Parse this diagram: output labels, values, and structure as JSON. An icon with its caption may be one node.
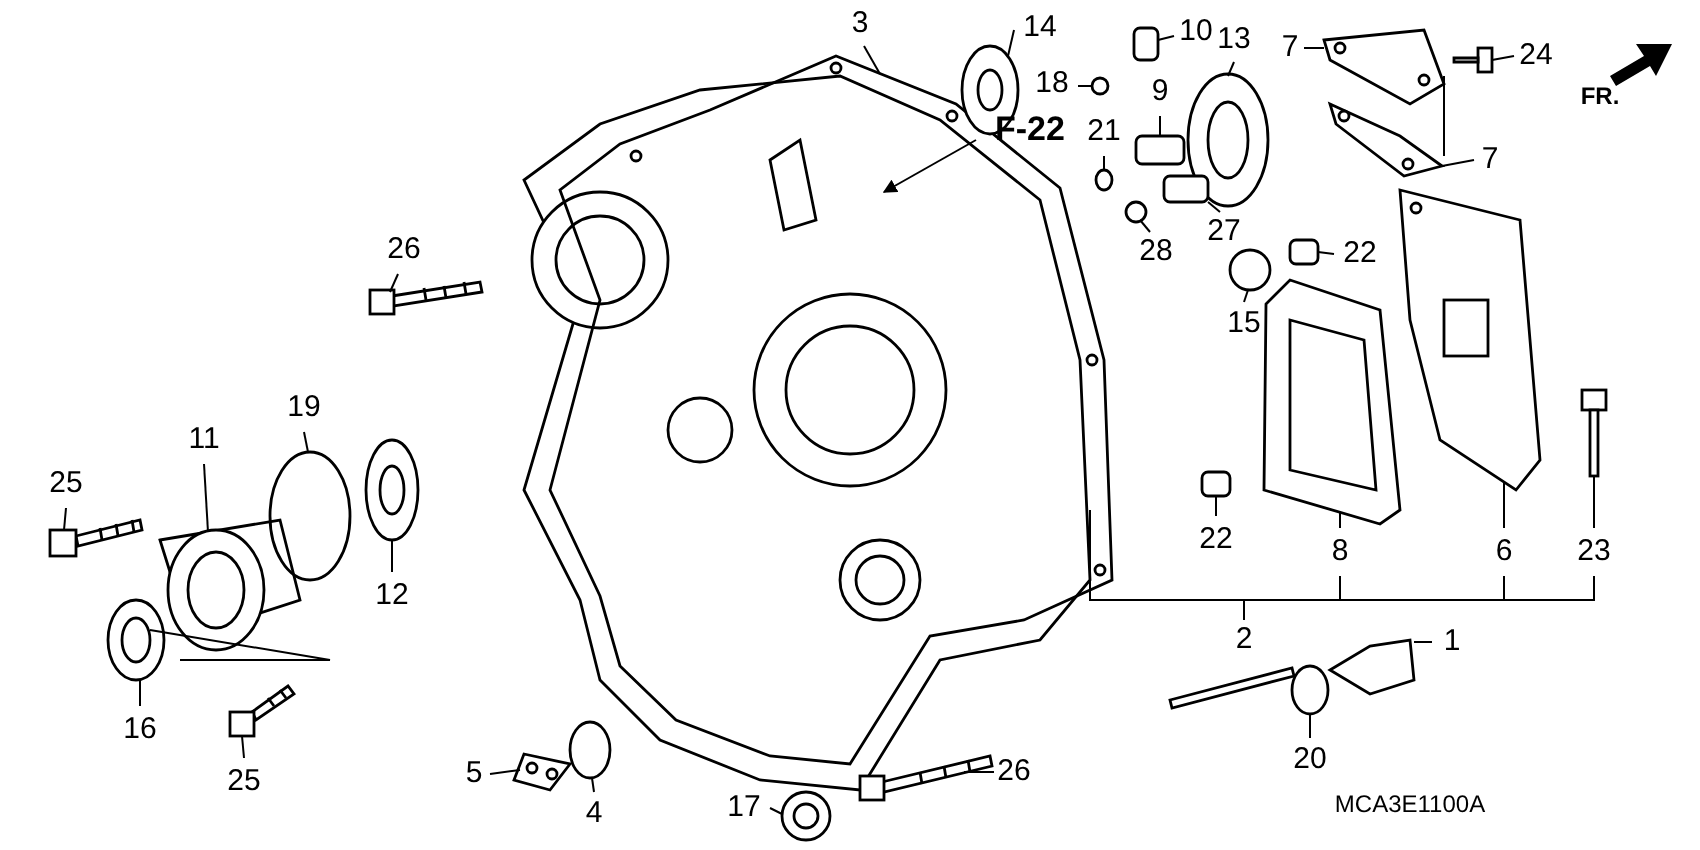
{
  "diagram": {
    "nodes": [
      {
        "text": [
          "3"
        ]
      },
      {
        "text": [
          "14"
        ]
      },
      {
        "text": [
          "10"
        ]
      },
      {
        "text": [
          "13"
        ]
      },
      {
        "text": [
          "7"
        ]
      },
      {
        "text": [
          "24"
        ]
      },
      {
        "text": [
          "18"
        ]
      },
      {
        "text": [
          "9"
        ]
      },
      {
        "text": [
          "F-22"
        ]
      },
      {
        "text": [
          "21"
        ]
      },
      {
        "text": [
          "7"
        ]
      },
      {
        "text": [
          "28"
        ]
      },
      {
        "text": [
          "27"
        ]
      },
      {
        "text": [
          "22"
        ]
      },
      {
        "text": [
          "26"
        ]
      },
      {
        "text": [
          "15"
        ]
      },
      {
        "text": [
          "25"
        ]
      },
      {
        "text": [
          "11"
        ]
      },
      {
        "text": [
          "19"
        ]
      },
      {
        "text": [
          "22"
        ]
      },
      {
        "text": [
          "8"
        ]
      },
      {
        "text": [
          "6"
        ]
      },
      {
        "text": [
          "23"
        ]
      },
      {
        "text": [
          "12"
        ]
      },
      {
        "text": [
          "2"
        ]
      },
      {
        "text": [
          "1"
        ]
      },
      {
        "text": [
          "16"
        ]
      },
      {
        "text": [
          "25"
        ]
      },
      {
        "text": [
          "20"
        ]
      },
      {
        "text": [
          "5"
        ]
      },
      {
        "text": [
          "26"
        ]
      },
      {
        "text": [
          "4"
        ]
      },
      {
        "text": [
          "17"
        ]
      },
      {
        "text": [],
        "shape": "picture"
      },
      {
        "text": [],
        "shape": "picture"
      },
      {
        "text": [],
        "shape": "box"
      },
      {
        "text": [],
        "shape": "picture"
      },
      {
        "text": [],
        "shape": "picture"
      },
      {
        "text": [],
        "shape": "picture"
      },
      {
        "text": [],
        "shape": "circle"
      },
      {
        "text": [],
        "shape": "box"
      },
      {
        "text": [],
        "shape": "picture"
      },
      {
        "text": [],
        "shape": "circle"
      },
      {
        "text": [],
        "shape": "picture"
      },
      {
        "text": [],
        "shape": "circle"
      },
      {
        "text": [],
        "shape": "box"
      },
      {
        "text": [],
        "shape": "box"
      },
      {
        "text": [],
        "shape": "picture"
      },
      {
        "text": [],
        "shape": "circle"
      },
      {
        "text": [],
        "shape": "picture"
      },
      {
        "text": [],
        "shape": "picture"
      },
      {
        "text": [],
        "shape": "circle"
      },
      {
        "text": [],
        "shape": "box"
      },
      {
        "text": [],
        "shape": "picture"
      },
      {
        "text": [],
        "shape": "picture"
      },
      {
        "text": [],
        "shape": "picture"
      },
      {
        "text": [],
        "shape": "picture"
      },
      {
        "text": [],
        "shape": "picture"
      },
      {
        "text": [],
        "shape": "picture"
      },
      {
        "text": [],
        "shape": "picture"
      },
      {
        "text": [],
        "shape": "circle"
      },
      {
        "text": [],
        "shape": "picture"
      },
      {
        "text": [],
        "shape": "picture"
      },
      {
        "text": [],
        "shape": "circle"
      },
      {
        "text": [],
        "shape": "picture"
      }
    ],
    "edges": [
      {
        "from": 0,
        "to": 33,
        "arrow": "none"
      },
      {
        "from": 1,
        "to": 34,
        "arrow": "none"
      },
      {
        "from": 2,
        "to": 35,
        "arrow": "none"
      },
      {
        "from": 3,
        "to": 36,
        "arrow": "none"
      },
      {
        "from": 4,
        "to": 37,
        "arrow": "none"
      },
      {
        "from": 5,
        "to": 38,
        "arrow": "none"
      },
      {
        "from": 6,
        "to": 39,
        "arrow": "none"
      },
      {
        "from": 7,
        "to": 40,
        "arrow": "none"
      },
      {
        "from": 8,
        "to": 41,
        "arrow": "to"
      },
      {
        "from": 9,
        "to": 42,
        "arrow": "none"
      },
      {
        "from": 10,
        "to": 43,
        "arrow": "none"
      },
      {
        "from": 11,
        "to": 44,
        "arrow": "none"
      },
      {
        "from": 12,
        "to": 45,
        "arrow": "none"
      },
      {
        "from": 13,
        "to": 46,
        "arrow": "none"
      },
      {
        "from": 14,
        "to": 47,
        "arrow": "none"
      },
      {
        "from": 15,
        "to": 48,
        "arrow": "none"
      },
      {
        "from": 16,
        "to": 49,
        "arrow": "none"
      },
      {
        "from": 17,
        "to": 50,
        "arrow": "none"
      },
      {
        "from": 18,
        "to": 51,
        "arrow": "none"
      },
      {
        "from": 19,
        "to": 52,
        "arrow": "none"
      },
      {
        "from": 20,
        "to": 53,
        "arrow": "none"
      },
      {
        "from": 21,
        "to": 54,
        "arrow": "none"
      },
      {
        "from": 22,
        "to": 55,
        "arrow": "none"
      },
      {
        "from": 23,
        "to": 56,
        "arrow": "none"
      },
      {
        "from": 24,
        "to": null,
        "arrow": "none"
      },
      {
        "from": 25,
        "to": 57,
        "arrow": "none"
      },
      {
        "from": 26,
        "to": 58,
        "arrow": "none"
      },
      {
        "from": 27,
        "to": 59,
        "arrow": "none"
      },
      {
        "from": 28,
        "to": 60,
        "arrow": "none"
      },
      {
        "from": 29,
        "to": 61,
        "arrow": "none"
      },
      {
        "from": 30,
        "to": 62,
        "arrow": "none"
      },
      {
        "from": 31,
        "to": 63,
        "arrow": "none"
      },
      {
        "from": 32,
        "to": 64,
        "arrow": "none"
      }
    ],
    "labels": [
      "FR.",
      "MCA3E1100A"
    ]
  }
}
